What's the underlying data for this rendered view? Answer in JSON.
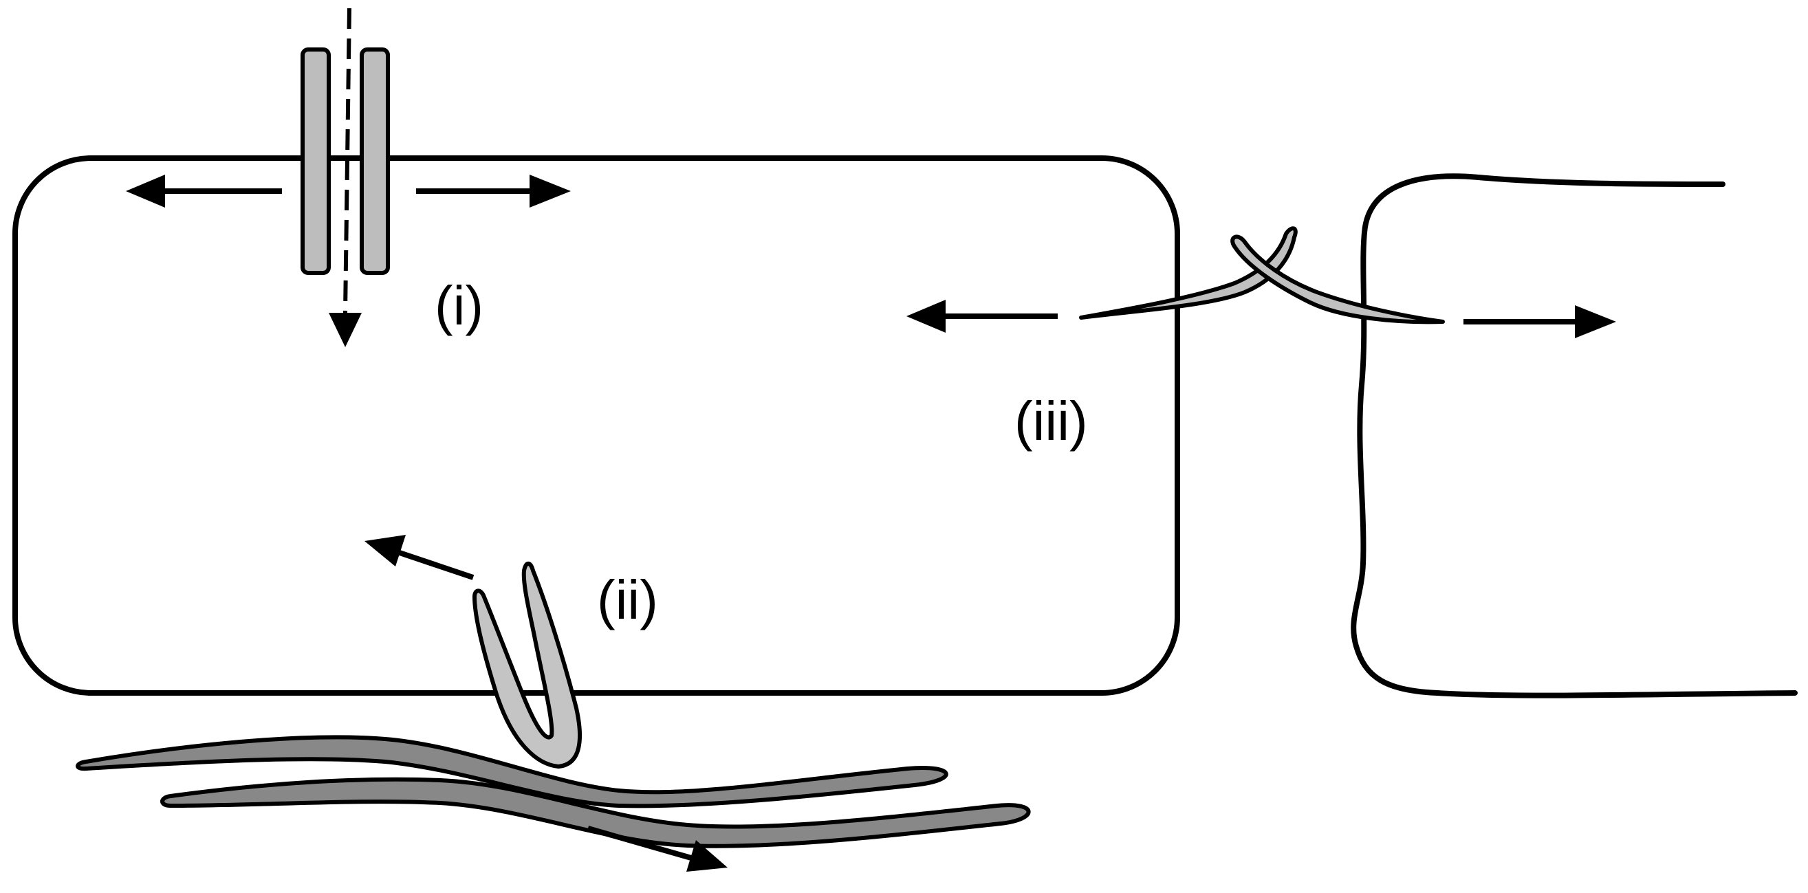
{
  "labels": {
    "i": "(i)",
    "ii": "(ii)",
    "iii": "(iii)"
  },
  "colors": {
    "outline": "#000000",
    "background": "#ffffff",
    "channel_fill": "#bdbdbd",
    "junction_fill": "#c0c0c0",
    "integrin_fill": "#c4c4c4",
    "ecm_fill": "#888888"
  }
}
